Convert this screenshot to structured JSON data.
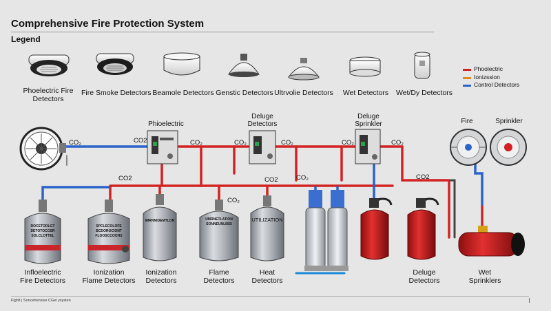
{
  "title": "Comprehensive Fire Protection System",
  "legend_heading": "Legend",
  "detector_types": [
    {
      "label": "Phoelectric Fire\nDetectors"
    },
    {
      "label": "Fire Smoke Detectors"
    },
    {
      "label": "Beamole Detectors"
    },
    {
      "label": "Genstic Detectors"
    },
    {
      "label": "Ultrvolie Detectors"
    },
    {
      "label": "Wet Detectors"
    },
    {
      "label": "Wet/Dy Detectors"
    }
  ],
  "line_legend": [
    {
      "label": "Phoolectric",
      "color": "#d32222"
    },
    {
      "label": "Ionizssion",
      "color": "#e08a1c"
    },
    {
      "label": "Control Detectors",
      "color": "#2a63c9"
    }
  ],
  "diagram_labels": {
    "panel_1": "Phioelectric",
    "panel_2": "Deluge\nDetectors",
    "panel_3": "Deluge\nSprinkler",
    "fire": "Fire",
    "sprinkler": "Sprinkler"
  },
  "co2_labels": [
    "CO₂",
    "CO2",
    "CO₂",
    "CO₂",
    "CO₂",
    "CO₂",
    "CO₂",
    "CO2",
    "CO2",
    "CO₂",
    "CO2",
    "CO₂"
  ],
  "cylinder_text": [
    "ROCETODLGT\nDETOTOCOSR\nSOLCLOTTEL",
    "SPCLECOLOFE\nBCDOROCIONT\nFLOOSCCOOHS",
    "IMRNNIDEMTLON",
    "UMRNETLATION\nSONNEUNLIBSI",
    "UTILIZATION"
  ],
  "bottom_labels": [
    "Infloelectric\nFire Detectors",
    "Ionization\nFlame Detectors",
    "Ionization\nDetectors",
    "Flame\nDetectors",
    "Heat\nDetectors",
    "Deluge\nDetectors",
    "Wet\nSprinklers"
  ],
  "footer": "Fighfi | Soncehensive CGel ysysten"
}
